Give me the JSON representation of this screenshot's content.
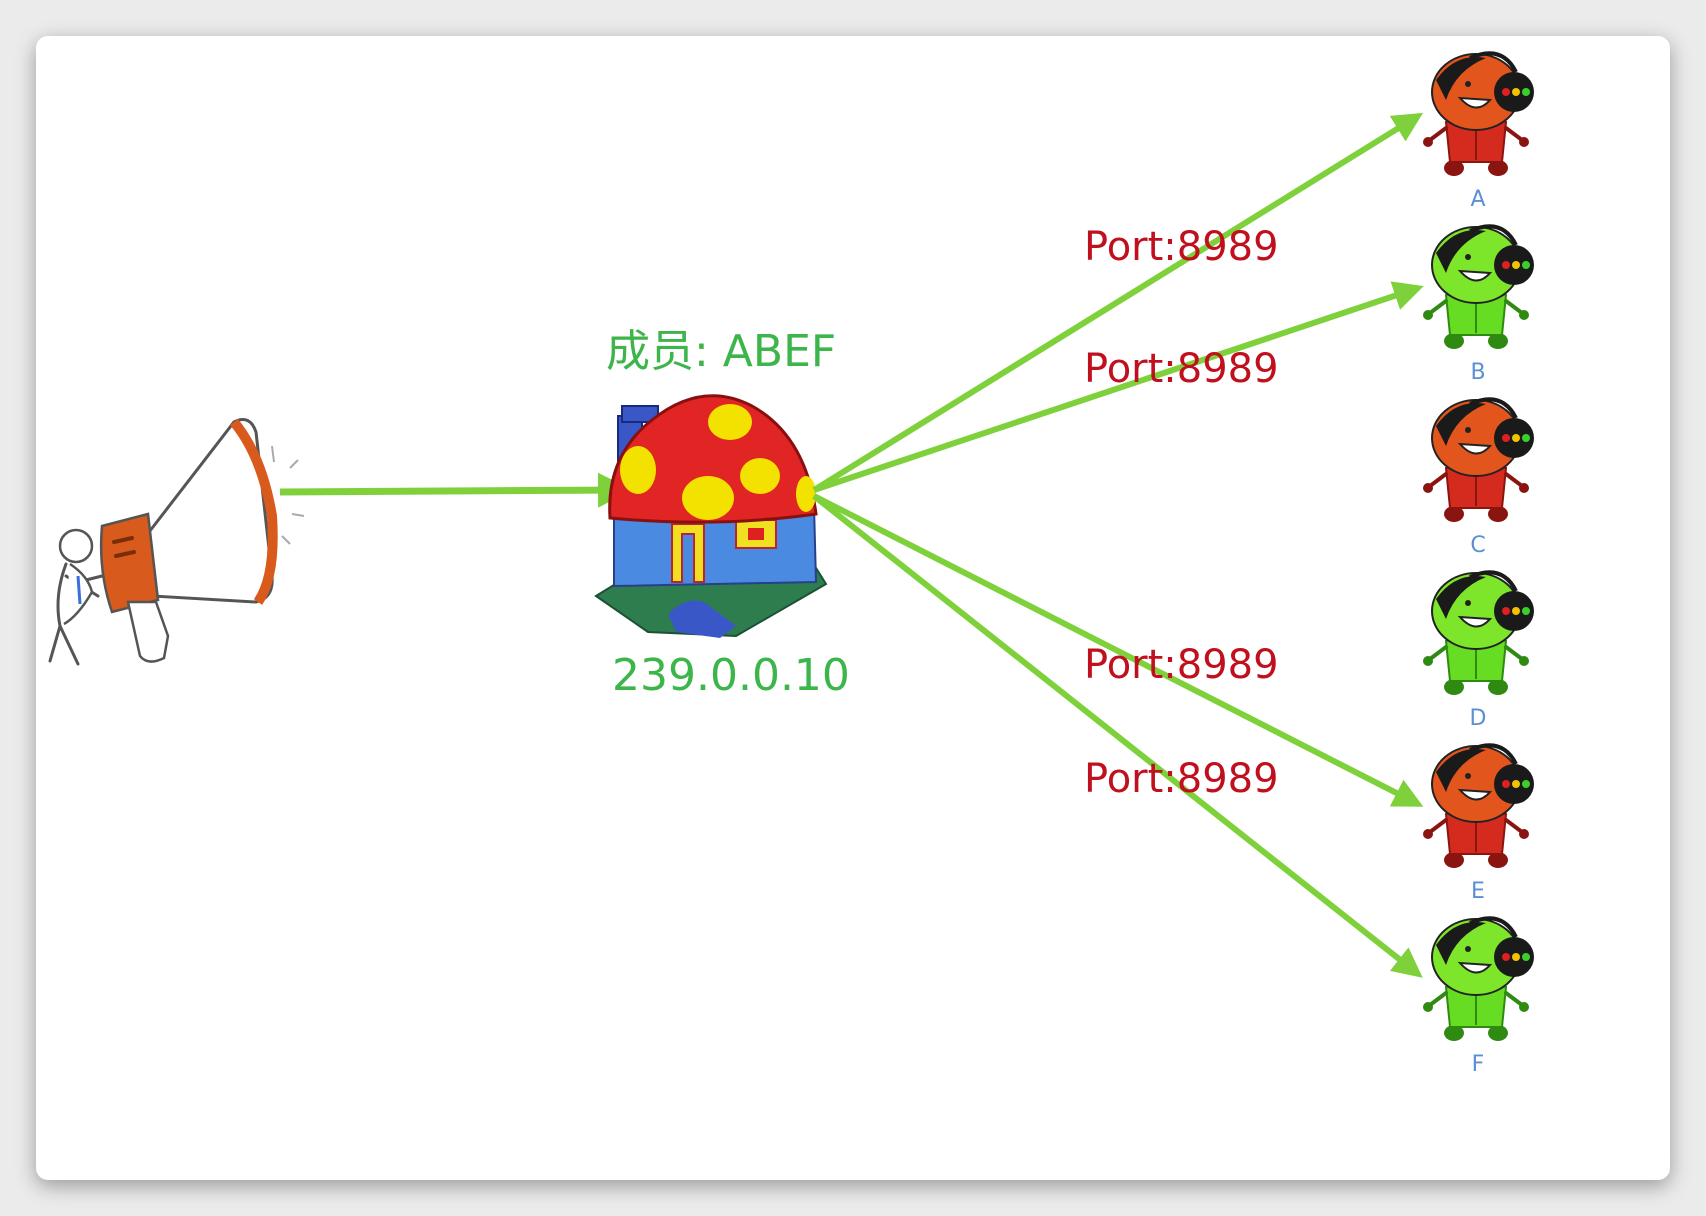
{
  "group": {
    "members_label": "成员: ABEF",
    "address": "239.0.0.10"
  },
  "colors": {
    "arrow": "#7fd13b",
    "port_text": "#c0101e",
    "label_text": "#3cb54a",
    "member_letter": "#5b8fd6",
    "member_red": "#d42b1e",
    "member_green": "#66dd22"
  },
  "icons": {
    "sender": "person-megaphone-icon",
    "group_house": "mushroom-house-icon",
    "member": "traffic-light-mascot-icon"
  },
  "ports": [
    {
      "label": "Port:8989"
    },
    {
      "label": "Port:8989"
    },
    {
      "label": "Port:8989"
    },
    {
      "label": "Port:8989"
    }
  ],
  "members": [
    {
      "letter": "A",
      "color": "red"
    },
    {
      "letter": "B",
      "color": "green"
    },
    {
      "letter": "C",
      "color": "red"
    },
    {
      "letter": "D",
      "color": "green"
    },
    {
      "letter": "E",
      "color": "red"
    },
    {
      "letter": "F",
      "color": "green"
    }
  ]
}
